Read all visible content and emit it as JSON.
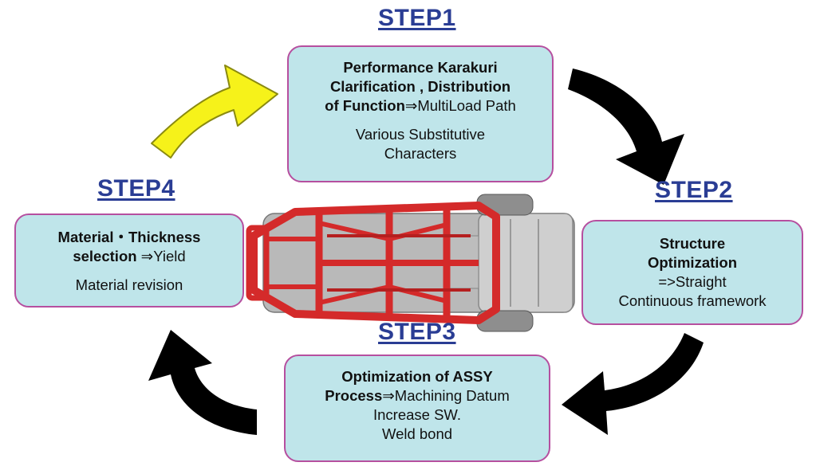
{
  "steps": {
    "step1": {
      "title": "STEP1",
      "bold_line1": "Performance Karakuri",
      "bold_line2": "Clarification , Distribution",
      "bold_line3": "of Function",
      "arrow_glyph": "⇒",
      "detail1": "MultiLoad Path",
      "detail2": "Various Substitutive",
      "detail3": "Characters"
    },
    "step2": {
      "title": "STEP2",
      "bold_line1": "Structure",
      "bold_line2": "Optimization",
      "detail1": "=>Straight",
      "detail2": "Continuous framework"
    },
    "step3": {
      "title": "STEP3",
      "bold_line1": "Optimization of ASSY",
      "bold_line2": "Process",
      "arrow_glyph": "⇒",
      "detail1": "Machining Datum",
      "detail2": "Increase SW.",
      "detail3": "Weld bond"
    },
    "step4": {
      "title": "STEP4",
      "bold_line1": "Material・Thickness",
      "bold_line2": "selection",
      "arrow_glyph": " ⇒",
      "detail1": "Yield",
      "detail2": "Material revision"
    }
  },
  "colors": {
    "step_title": "#2a3d94",
    "box_fill": "#bfe5ea",
    "box_border": "#b64f9f",
    "cycle_arrow": "#000000",
    "highlight_arrow": "#f6f21a",
    "car_frame": "#d42a2a"
  },
  "icons": {
    "cycle_arrows": [
      "curved-arrow-icon"
    ],
    "illustration": "car-body-frame-icon"
  }
}
